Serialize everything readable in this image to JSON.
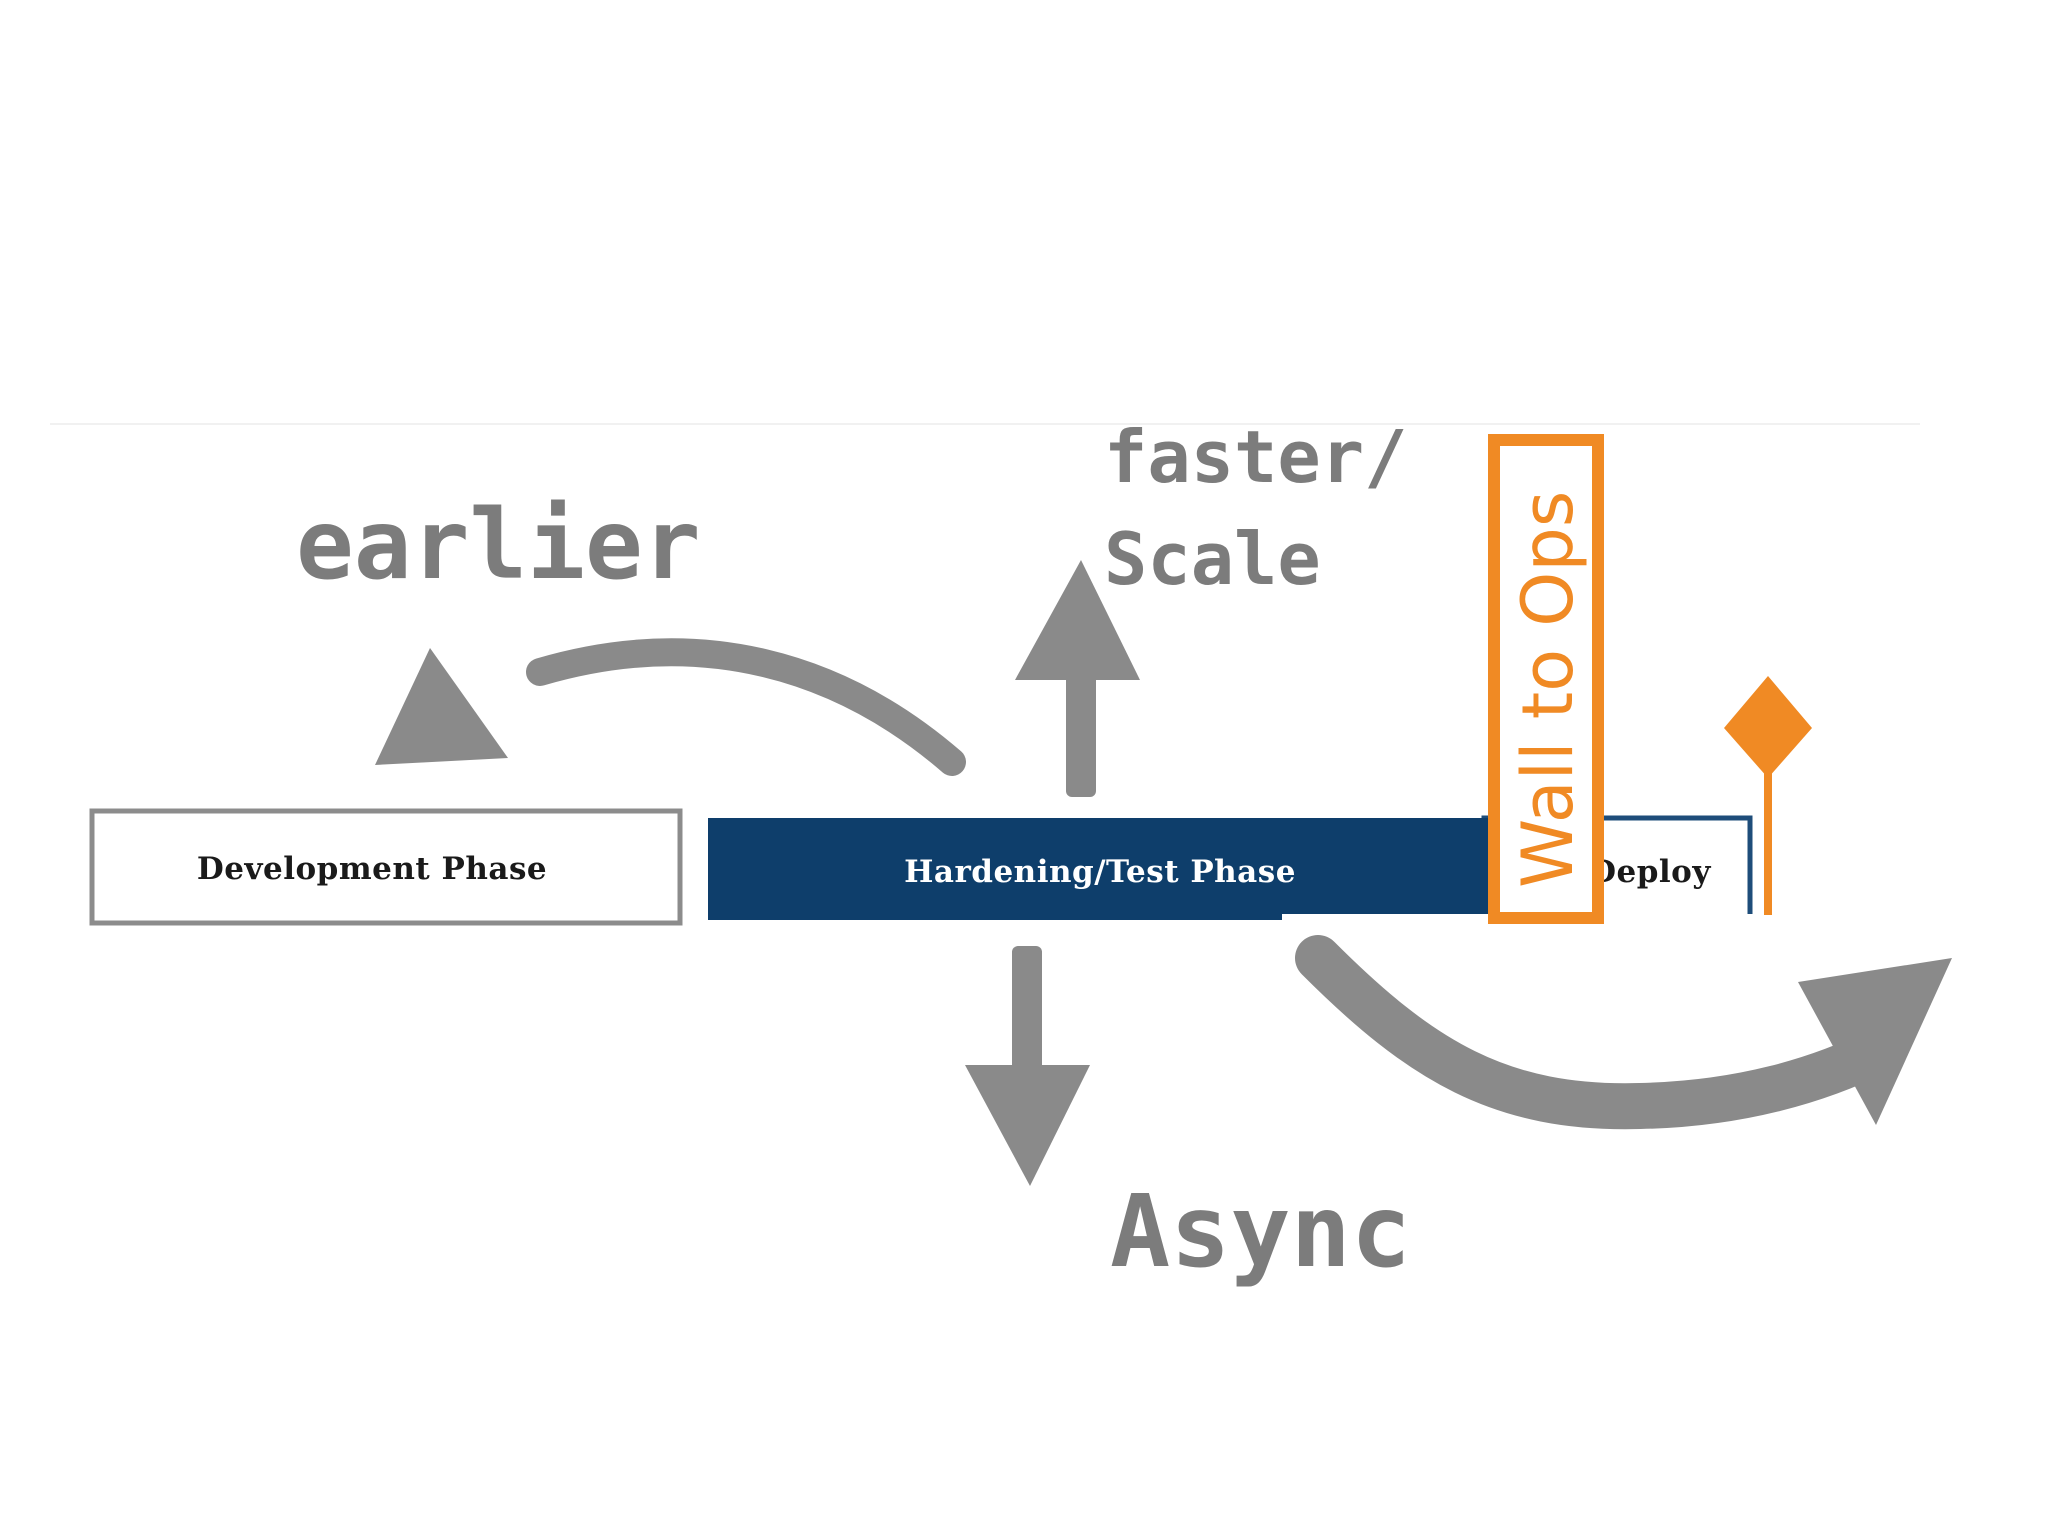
{
  "labels": {
    "earlier": "earlier",
    "faster_line1": "faster/",
    "faster_line2": "Scale",
    "async": "Async",
    "wall": "Wall to Ops"
  },
  "phases": [
    {
      "name": "development",
      "label": "Development Phase"
    },
    {
      "name": "hardening",
      "label": "Hardening/Test Phase"
    },
    {
      "name": "deploy",
      "label": "Deploy"
    }
  ],
  "colors": {
    "arrow": "#8a8a8a",
    "hardening_fill": "#0e3e6b",
    "wall": "#f08a24",
    "box_border": "#8c8c8c",
    "deploy_border": "#1e4d7a"
  }
}
